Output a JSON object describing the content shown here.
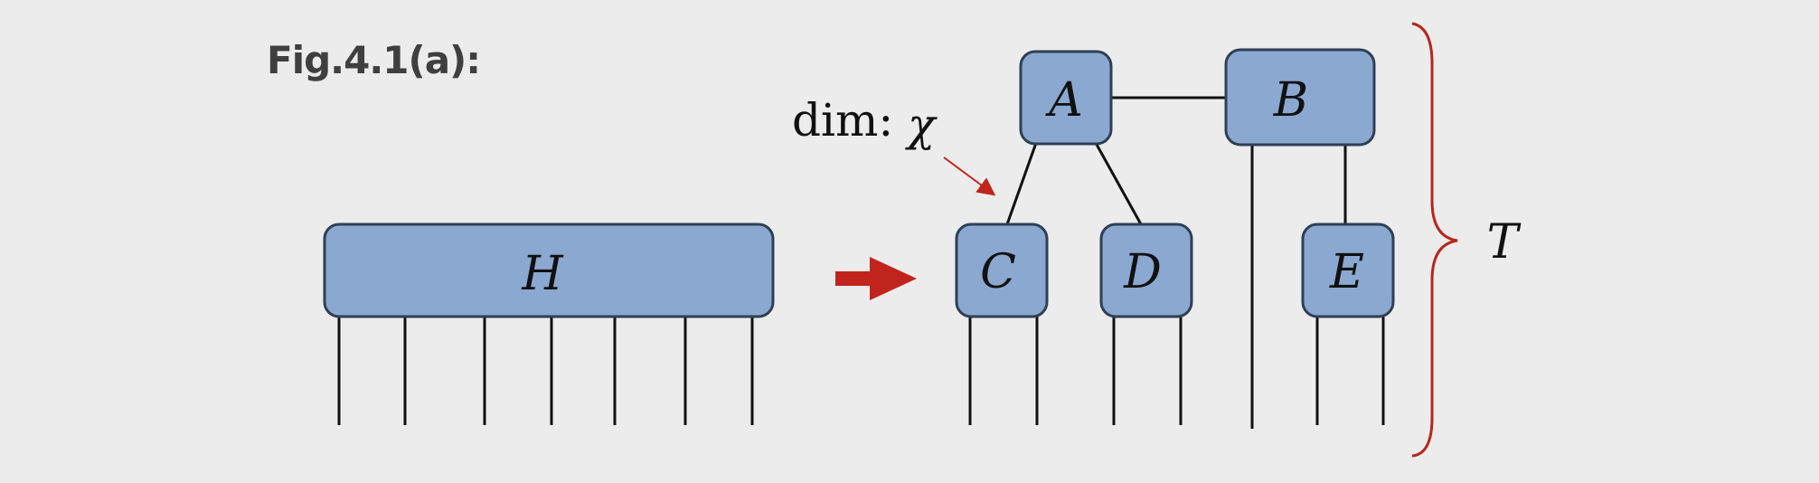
{
  "figure_label": "Fig.4.1(a):",
  "nodes": {
    "H": "H",
    "A": "A",
    "B": "B",
    "C": "C",
    "D": "D",
    "E": "E"
  },
  "bond_dimension": {
    "prefix": "dim:",
    "symbol": "χ"
  },
  "brace_label": "T",
  "colors": {
    "node_fill": "#8aa8d0",
    "node_stroke": "#2f3f55",
    "arrow": "#c0241c",
    "brace": "#b8261c",
    "background": "#ececec"
  }
}
